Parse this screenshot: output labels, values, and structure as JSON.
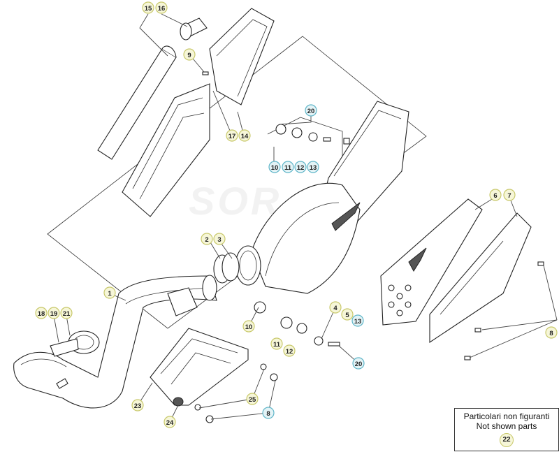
{
  "watermark": "SOR",
  "notes": {
    "line1": "Particolari non figuranti",
    "line2": "Not shown parts",
    "badge": "22"
  },
  "colors": {
    "yellow_fill": "#f6f6d8",
    "yellow_stroke": "#c8c86a",
    "cyan_fill": "#e3f3f6",
    "cyan_stroke": "#5fb5c8"
  },
  "callouts": [
    {
      "label": "15",
      "style": "yellow"
    },
    {
      "label": "16",
      "style": "yellow"
    },
    {
      "label": "9",
      "style": "yellow"
    },
    {
      "label": "17",
      "style": "yellow"
    },
    {
      "label": "14",
      "style": "yellow"
    },
    {
      "label": "20",
      "style": "cyan"
    },
    {
      "label": "10",
      "style": "cyan"
    },
    {
      "label": "11",
      "style": "cyan"
    },
    {
      "label": "12",
      "style": "cyan"
    },
    {
      "label": "13",
      "style": "cyan"
    },
    {
      "label": "6",
      "style": "yellow"
    },
    {
      "label": "7",
      "style": "yellow"
    },
    {
      "label": "2",
      "style": "yellow"
    },
    {
      "label": "3",
      "style": "yellow"
    },
    {
      "label": "1",
      "style": "yellow"
    },
    {
      "label": "18",
      "style": "yellow"
    },
    {
      "label": "19",
      "style": "yellow"
    },
    {
      "label": "21",
      "style": "yellow"
    },
    {
      "label": "10",
      "style": "yellow"
    },
    {
      "label": "4",
      "style": "yellow"
    },
    {
      "label": "5",
      "style": "yellow"
    },
    {
      "label": "13",
      "style": "cyan"
    },
    {
      "label": "11",
      "style": "yellow"
    },
    {
      "label": "12",
      "style": "yellow"
    },
    {
      "label": "20",
      "style": "cyan"
    },
    {
      "label": "8",
      "style": "yellow"
    },
    {
      "label": "23",
      "style": "yellow"
    },
    {
      "label": "24",
      "style": "yellow"
    },
    {
      "label": "25",
      "style": "yellow"
    },
    {
      "label": "8",
      "style": "cyan"
    }
  ]
}
